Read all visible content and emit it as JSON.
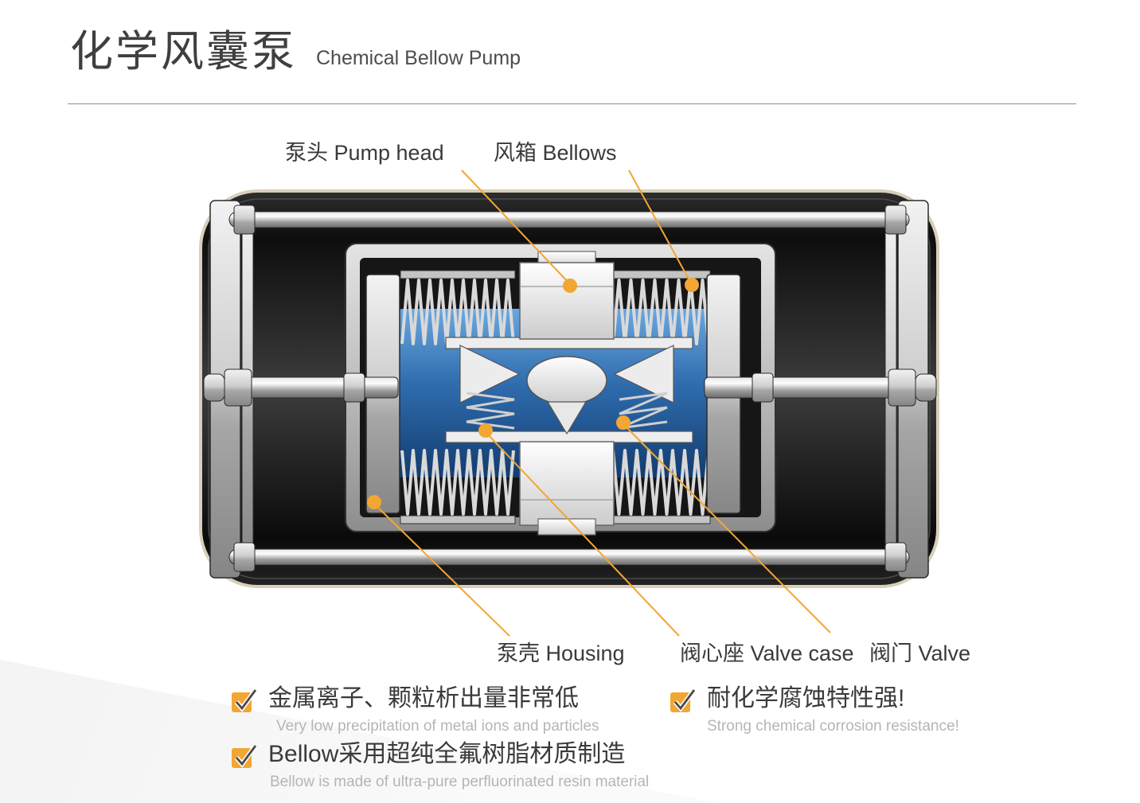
{
  "header": {
    "title_zh": "化学风囊泵",
    "title_en": "Chemical Bellow Pump"
  },
  "diagram": {
    "accent_color": "#F2A633",
    "labels": {
      "pump_head": "泵头 Pump head",
      "bellows": "风箱 Bellows",
      "housing": "泵壳 Housing",
      "valve_case": "阀心座 Valve case",
      "valve": "阀门 Valve"
    }
  },
  "features": [
    {
      "title": "金属离子、颗粒析出量非常低",
      "subtitle": "Very low precipitation of metal ions and particles"
    },
    {
      "title": "耐化学腐蚀特性强!",
      "subtitle": "Strong chemical corrosion resistance!"
    },
    {
      "title": "Bellow采用超纯全氟树脂材质制造",
      "subtitle": "Bellow is made of ultra-pure perfluorinated resin material"
    }
  ]
}
